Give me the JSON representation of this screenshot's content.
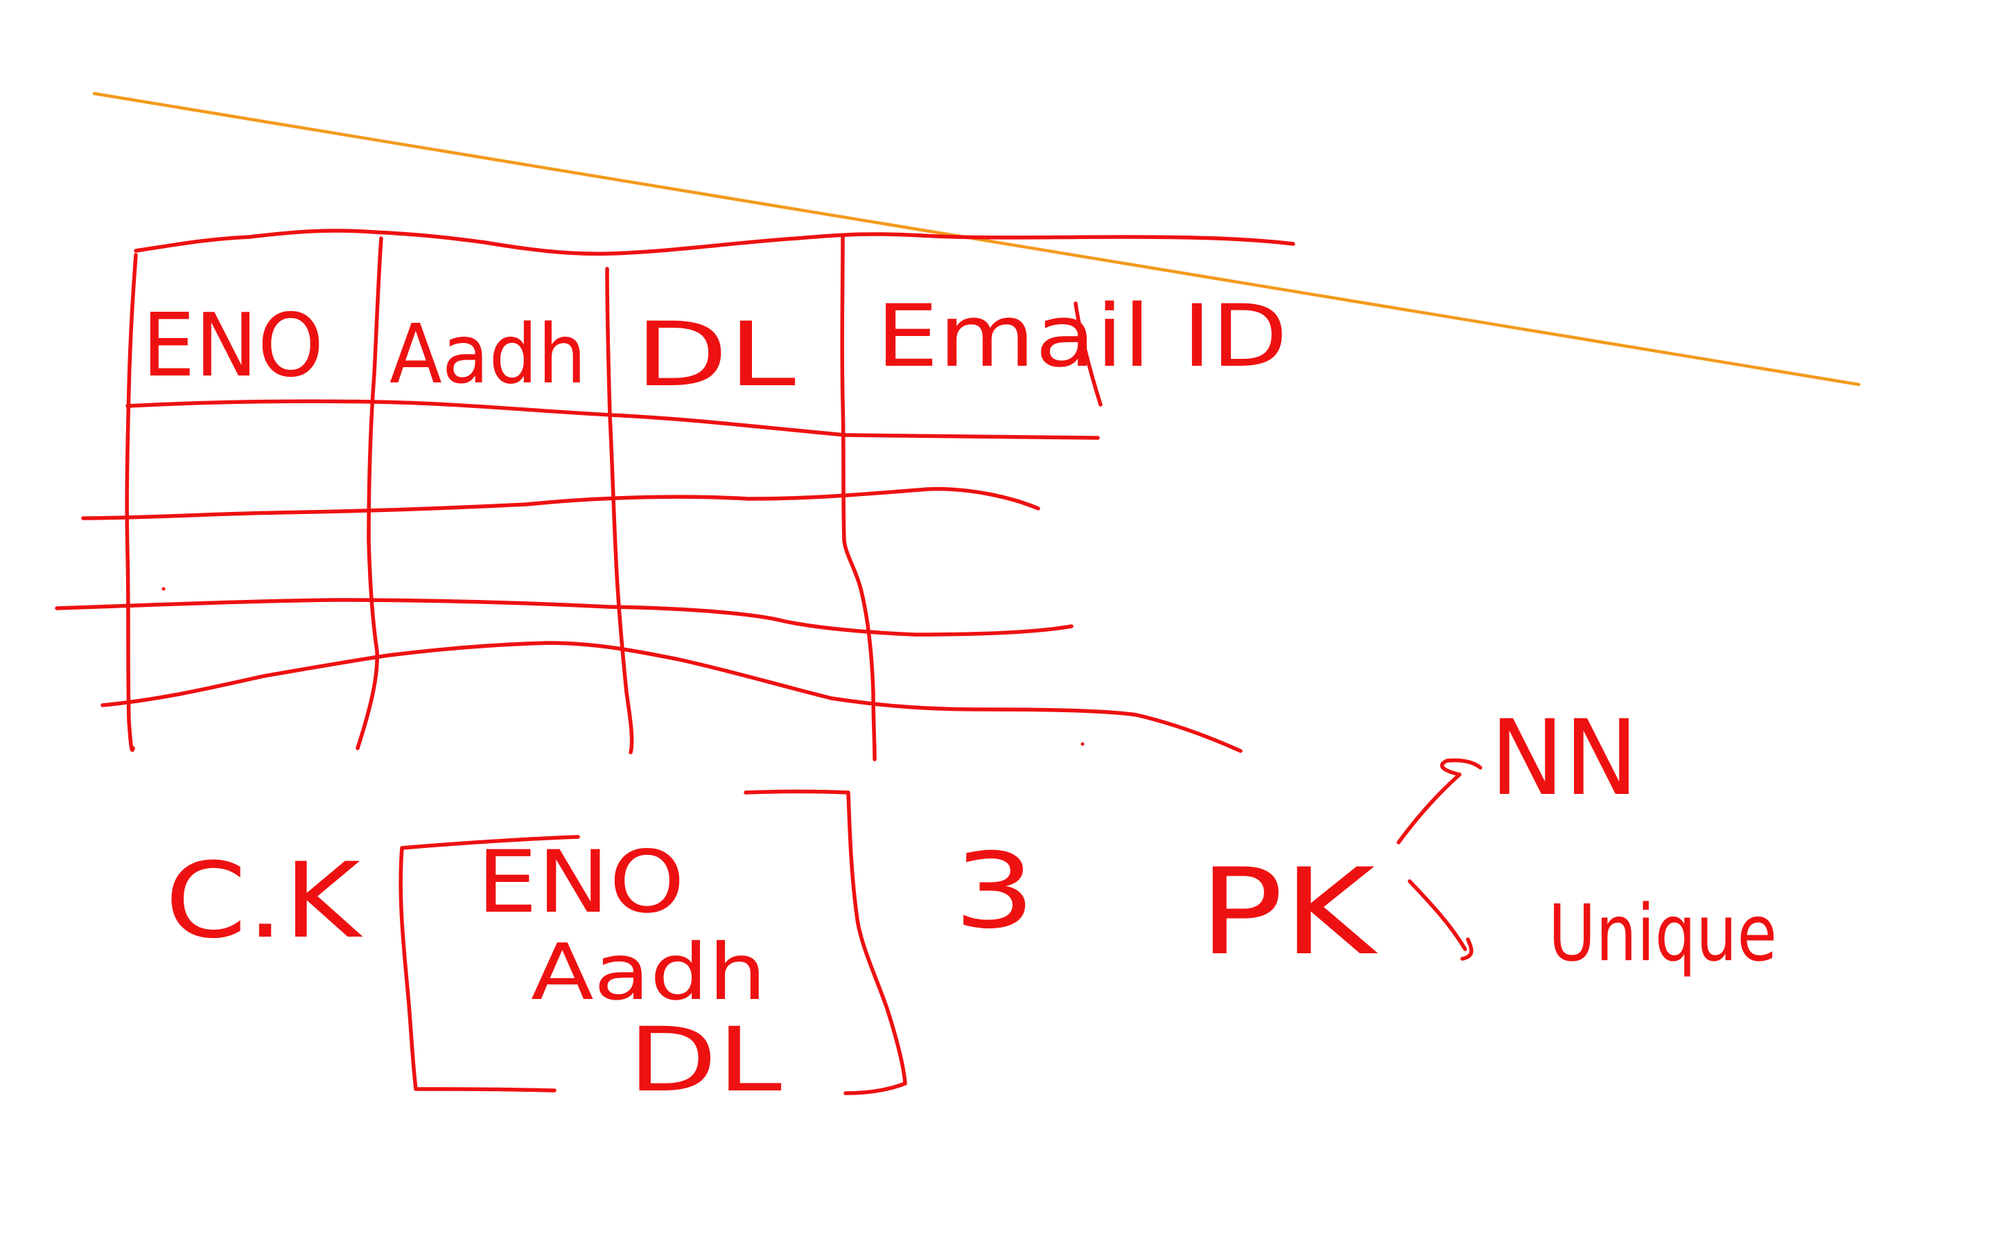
{
  "ink_colors": {
    "red": "#ee1111",
    "orange": "#f39a1c",
    "background": "#ffffff"
  },
  "table": {
    "headers": [
      "ENO",
      "Aadh",
      "DL",
      "Email ID"
    ]
  },
  "notes": {
    "ck_label": "C.K",
    "ck_items": [
      "ENO",
      "Aadh",
      "DL"
    ],
    "count": "3",
    "pk_label": "PK",
    "pk_properties": [
      "NN",
      "Unique"
    ]
  }
}
